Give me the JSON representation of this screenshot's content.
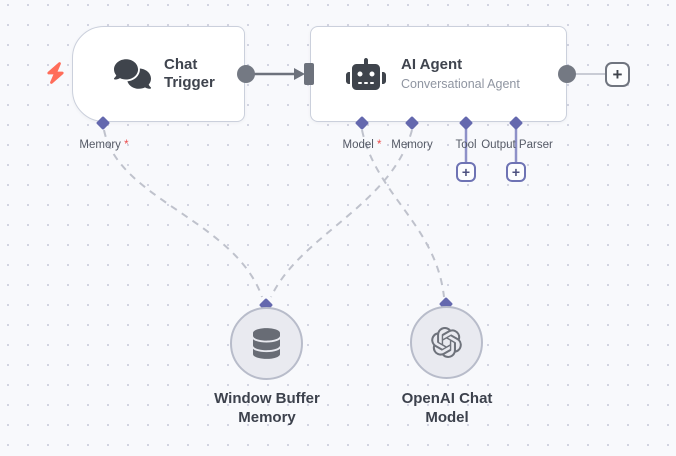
{
  "canvas": {
    "background": "#f8f9fc",
    "dot_color": "#d2d4e1"
  },
  "trigger_node": {
    "title": "Chat Trigger",
    "memory_port": {
      "label": "Memory",
      "required_marker": "*"
    }
  },
  "agent_node": {
    "title": "AI Agent",
    "subtitle": "Conversational Agent",
    "ports": [
      {
        "label": "Model",
        "required_marker": "*"
      },
      {
        "label": "Memory"
      },
      {
        "label": "Tool"
      },
      {
        "label": "Output Parser"
      }
    ],
    "add_next_node_label": "+",
    "add_tool_label": "+",
    "add_output_parser_label": "+"
  },
  "memory_node": {
    "label": "Window Buffer Memory"
  },
  "model_node": {
    "label": "OpenAI Chat Model"
  },
  "colors": {
    "node_border": "#cbd0dc",
    "connector_gray": "#6d727c",
    "wire_dashed": "#bfc2cc",
    "port_diamond": "#6468ae",
    "trigger_bolt": "#ff6d5a",
    "required_red": "#ea4b4b"
  }
}
